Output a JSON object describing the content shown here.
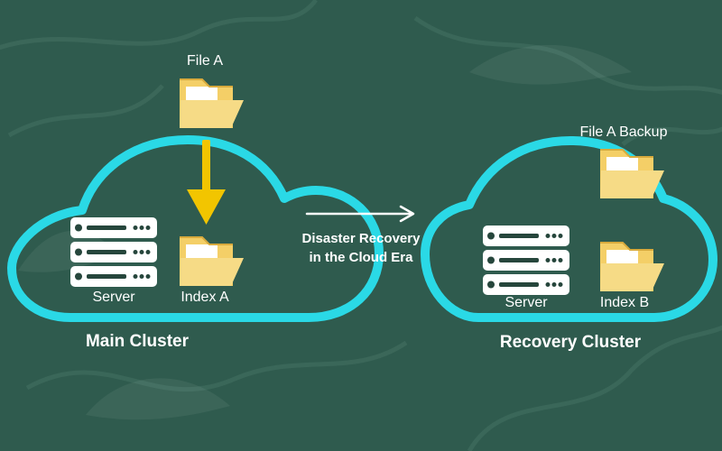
{
  "labels": {
    "file_a": "File A",
    "file_a_backup": "File A Backup",
    "main_server": "Server",
    "main_index": "Index A",
    "recovery_server": "Server",
    "recovery_index": "Index B",
    "main_cluster": "Main Cluster",
    "recovery_cluster": "Recovery Cluster",
    "connector_line_1": "Disaster Recovery",
    "connector_line_2": "in the Cloud Era"
  },
  "colors": {
    "background": "#2f5b4e",
    "cloud_outline": "#2ad9e6",
    "folder_yellow": "#f4cf67",
    "folder_front": "#f6db86",
    "arrow_yellow": "#f2c500",
    "text": "#ffffff",
    "server_white": "#ffffff",
    "server_dark": "#26463c"
  },
  "icons": [
    "folder-icon",
    "server-stack-icon",
    "down-arrow-icon",
    "right-arrow-icon",
    "cloud-icon"
  ]
}
